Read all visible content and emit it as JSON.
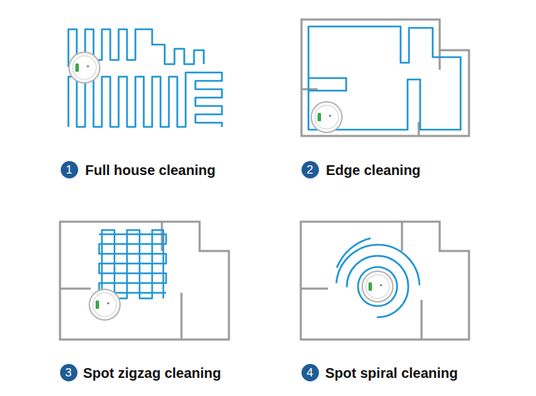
{
  "diagram": {
    "nodes": [
      {
        "text": [
          "1"
        ]
      },
      {
        "text": [
          "2"
        ]
      },
      {
        "text": [
          "3"
        ]
      },
      {
        "text": [
          "4"
        ]
      }
    ],
    "labels": [
      "Full house cleaning",
      "Edge cleaning",
      "Spot zigzag cleaning",
      "Spot spiral cleaning"
    ]
  }
}
